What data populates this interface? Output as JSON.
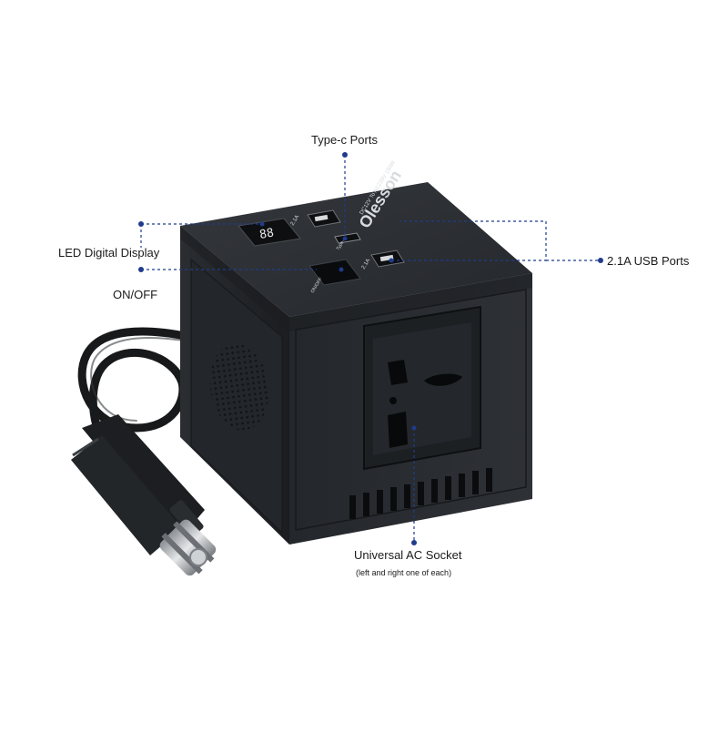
{
  "brand": {
    "logo_text": "Olesson",
    "spec_text": "DC12V To AC220V 150W"
  },
  "device_markings": {
    "usb_left": "2.1A",
    "usb_right": "2.1A",
    "type_c": "Type-c",
    "switch": "ON/OFF",
    "display_digits": "88"
  },
  "callouts": {
    "type_c_ports": "Type-c Ports",
    "led_display": "LED Digital Display",
    "on_off": "ON/OFF",
    "usb_ports": "2.1A USB Ports",
    "ac_socket": "Universal AC Socket",
    "ac_socket_note": "(left and right one of each)"
  },
  "colors": {
    "callout_line": "#1f3c8c",
    "body_top": "#2b2e33",
    "body_side": "#1f2226",
    "body_front": "#25282c",
    "background": "#ffffff"
  }
}
